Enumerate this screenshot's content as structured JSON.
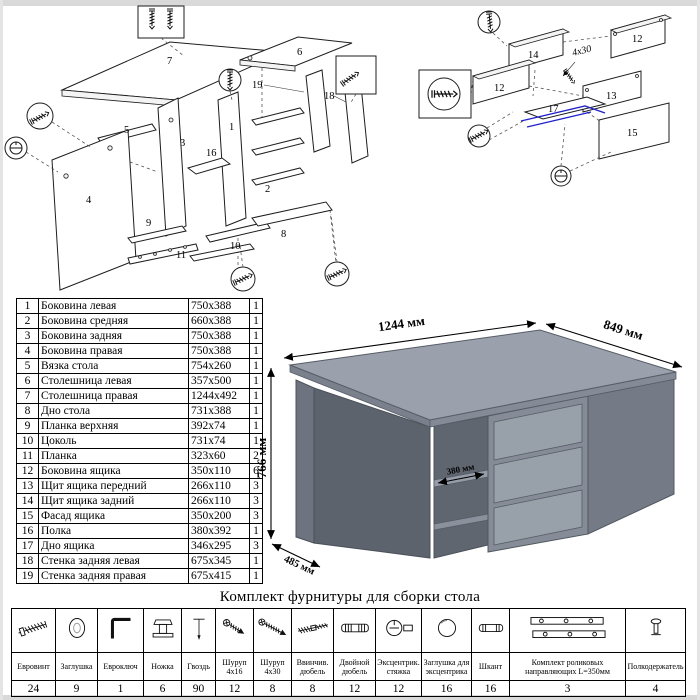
{
  "parts": {
    "rows": [
      {
        "n": "1",
        "name": "Боковина левая",
        "size": "750x388",
        "qty": "1"
      },
      {
        "n": "2",
        "name": "Боковина средняя",
        "size": "660x388",
        "qty": "1"
      },
      {
        "n": "3",
        "name": "Боковина задняя",
        "size": "750x388",
        "qty": "1"
      },
      {
        "n": "4",
        "name": "Боковина правая",
        "size": "750x388",
        "qty": "1"
      },
      {
        "n": "5",
        "name": "Вязка стола",
        "size": "754x260",
        "qty": "1"
      },
      {
        "n": "6",
        "name": "Столешница левая",
        "size": "357x500",
        "qty": "1"
      },
      {
        "n": "7",
        "name": "Столешница правая",
        "size": "1244x492",
        "qty": "1"
      },
      {
        "n": "8",
        "name": "Дно стола",
        "size": "731x388",
        "qty": "1"
      },
      {
        "n": "9",
        "name": "Планка верхняя",
        "size": "392x74",
        "qty": "1"
      },
      {
        "n": "10",
        "name": "Цоколь",
        "size": "731x74",
        "qty": "1"
      },
      {
        "n": "11",
        "name": "Планка",
        "size": "323x60",
        "qty": "2"
      },
      {
        "n": "12",
        "name": "Боковина ящика",
        "size": "350x110",
        "qty": "6"
      },
      {
        "n": "13",
        "name": "Щит ящика передний",
        "size": "266x110",
        "qty": "3"
      },
      {
        "n": "14",
        "name": "Щит ящика задний",
        "size": "266x110",
        "qty": "3"
      },
      {
        "n": "15",
        "name": "Фасад ящика",
        "size": "350x200",
        "qty": "3"
      },
      {
        "n": "16",
        "name": "Полка",
        "size": "380x392",
        "qty": "1"
      },
      {
        "n": "17",
        "name": "Дно ящика",
        "size": "346x295",
        "qty": "3"
      },
      {
        "n": "18",
        "name": "Стенка задняя левая",
        "size": "675x345",
        "qty": "1"
      },
      {
        "n": "19",
        "name": "Стенка задняя правая",
        "size": "675x415",
        "qty": "1"
      }
    ]
  },
  "desk": {
    "dims": {
      "w": "1244 мм",
      "d": "849 мм",
      "h": "766 мм",
      "shelf": "380 мм",
      "base": "485 мм"
    },
    "colors": {
      "top": "#9aa1ac",
      "front": "#858c97",
      "side": "#747b86",
      "inner": "#5c636d"
    }
  },
  "diagram_left": {
    "labels": {
      "n7": "7",
      "n6": "6",
      "n19": "19",
      "n18": "18",
      "n5": "5",
      "n3": "3",
      "n16": "16",
      "n1": "1",
      "n2": "2",
      "n4": "4",
      "n9": "9",
      "n10": "10",
      "n8": "8",
      "n11": "11"
    }
  },
  "diagram_right": {
    "labels": {
      "n14": "14",
      "n12a": "12",
      "n12b": "12",
      "n13": "13",
      "n17": "17",
      "n15": "15"
    },
    "note": "4x30"
  },
  "hardware": {
    "title": "Комплект фурнитуры для сборки стола",
    "items": [
      {
        "name": "Евровинт",
        "qty": "24",
        "icon": "eurobolt-icon"
      },
      {
        "name": "Заглушка",
        "qty": "9",
        "icon": "plug-icon"
      },
      {
        "name": "Евроключ",
        "qty": "1",
        "icon": "hexkey-icon"
      },
      {
        "name": "Ножка",
        "qty": "6",
        "icon": "leg-icon"
      },
      {
        "name": "Гвоздь",
        "qty": "90",
        "icon": "nail-icon"
      },
      {
        "name": "Шуруп 4x16",
        "qty": "12",
        "icon": "screw-short-icon"
      },
      {
        "name": "Шуруп 4x30",
        "qty": "8",
        "icon": "screw-long-icon"
      },
      {
        "name": "Ввинчив. дюбель",
        "qty": "8",
        "icon": "screw-dowel-icon"
      },
      {
        "name": "Двойной дюбель",
        "qty": "12",
        "icon": "double-dowel-icon"
      },
      {
        "name": "Эксцентрик. стяжка",
        "qty": "12",
        "icon": "cam-lock-icon"
      },
      {
        "name": "Заглушка для эксцентрика",
        "qty": "16",
        "icon": "cam-cap-icon"
      },
      {
        "name": "Шкант",
        "qty": "16",
        "icon": "dowel-icon"
      },
      {
        "name": "Комплект роликовых направляющих L=350мм",
        "qty": "3",
        "icon": "roller-guides-icon"
      },
      {
        "name": "Полкодержатель",
        "qty": "4",
        "icon": "shelf-pin-icon"
      }
    ]
  }
}
